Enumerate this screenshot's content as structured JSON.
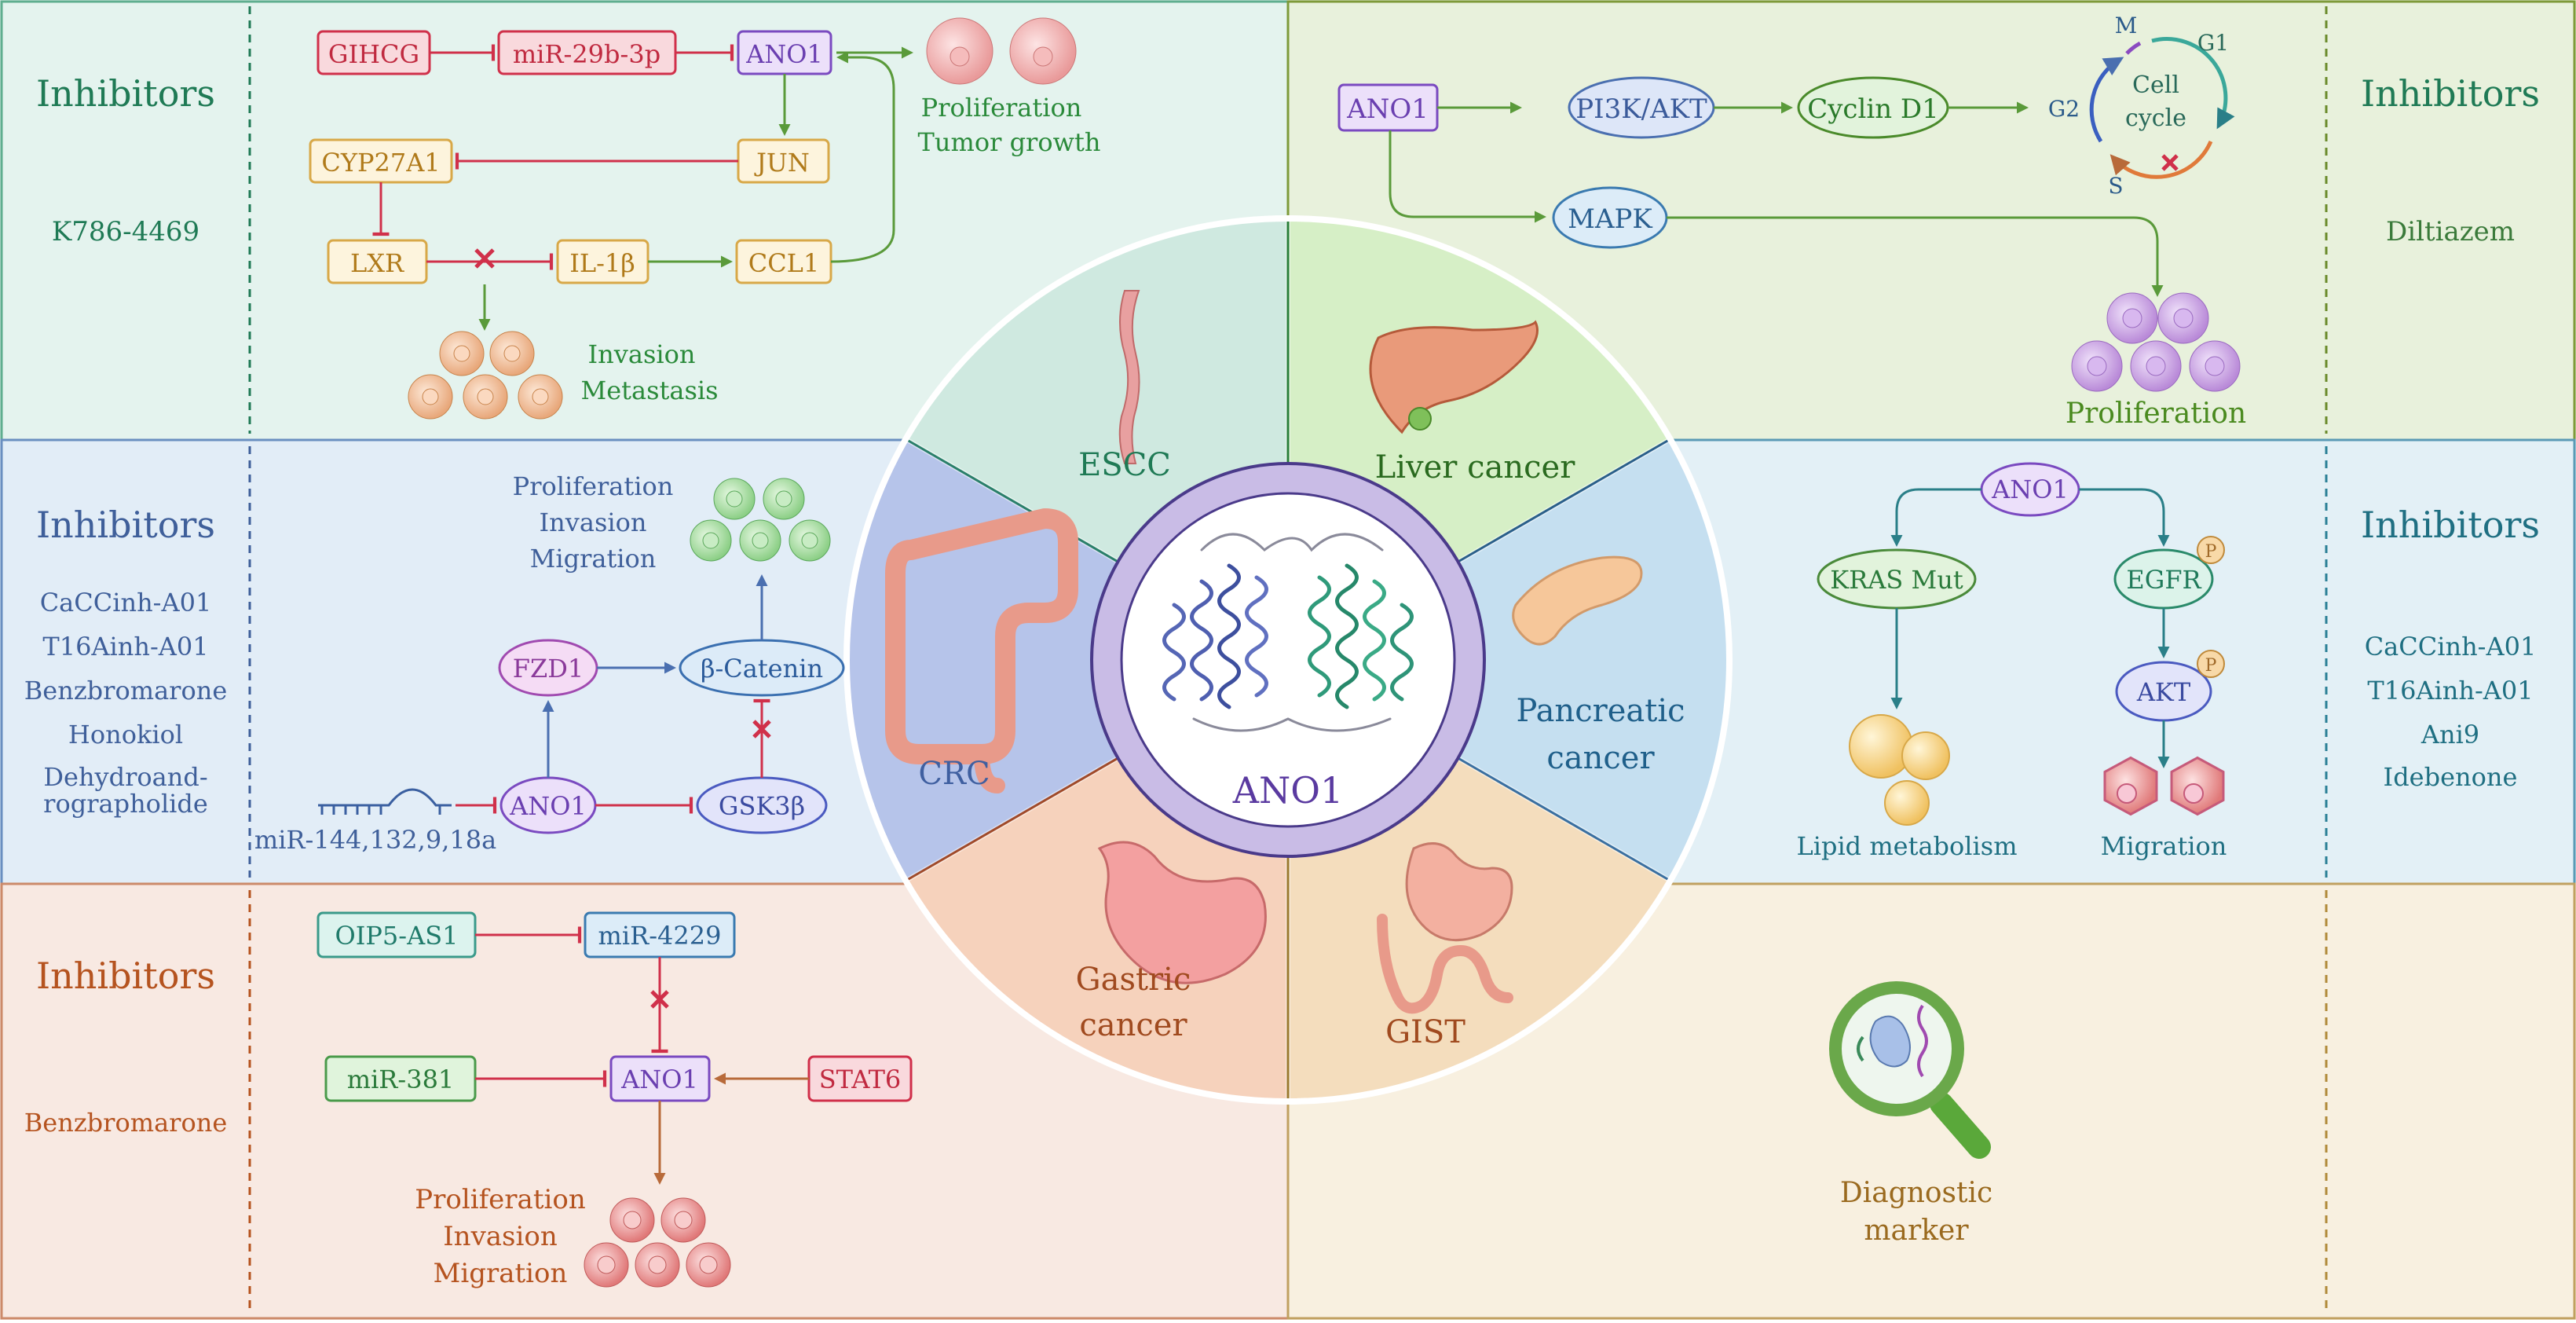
{
  "center": {
    "label": "ANO1"
  },
  "segments": {
    "escc": "ESCC",
    "liver": "Liver cancer",
    "pancreatic_1": "Pancreatic",
    "pancreatic_2": "cancer",
    "gist": "GIST",
    "gastric_1": "Gastric",
    "gastric_2": "cancer",
    "crc": "CRC"
  },
  "escc_panel": {
    "inhibitors_title": "Inhibitors",
    "inhibitors": [
      "K786-4469"
    ],
    "nodes": {
      "gihcg": "GIHCG",
      "mir29b": "miR-29b-3p",
      "ano1": "ANO1",
      "jun": "JUN",
      "cyp27a1": "CYP27A1",
      "lxr": "LXR",
      "il1b": "IL-1β",
      "ccl1": "CCL1"
    },
    "outcome_top": [
      "Proliferation",
      "Tumor growth"
    ],
    "outcome_bottom": [
      "Invasion",
      "Metastasis"
    ]
  },
  "liver_panel": {
    "inhibitors_title": "Inhibitors",
    "inhibitors": [
      "Diltiazem"
    ],
    "nodes": {
      "ano1": "ANO1",
      "pi3k": "PI3K/AKT",
      "cyclin": "Cyclin D1",
      "mapk": "MAPK"
    },
    "cell_cycle": {
      "label_1": "Cell",
      "label_2": "cycle",
      "m": "M",
      "g1": "G1",
      "g2": "G2",
      "s": "S"
    },
    "outcome": "Proliferation"
  },
  "crc_panel": {
    "inhibitors_title": "Inhibitors",
    "inhibitors": [
      "CaCCinh-A01",
      "T16Ainh-A01",
      "Benzbromarone",
      "Honokiol",
      "Dehydroand-",
      "rographolide"
    ],
    "nodes": {
      "fzd1": "FZD1",
      "catenin": "β-Catenin",
      "ano1": "ANO1",
      "gsk3b": "GSK3β"
    },
    "mirna": "miR-144,132,9,18a",
    "outcome": [
      "Proliferation",
      "Invasion",
      "Migration"
    ]
  },
  "pancreatic_panel": {
    "inhibitors_title": "Inhibitors",
    "inhibitors": [
      "CaCCinh-A01",
      "T16Ainh-A01",
      "Ani9",
      "Idebenone"
    ],
    "nodes": {
      "ano1": "ANO1",
      "kras": "KRAS Mut",
      "egfr": "EGFR",
      "akt": "AKT"
    },
    "phospho": "P",
    "outcome_left": "Lipid metabolism",
    "outcome_right": "Migration"
  },
  "gastric_panel": {
    "inhibitors_title": "Inhibitors",
    "inhibitors": [
      "Benzbromarone"
    ],
    "nodes": {
      "oip5": "OIP5-AS1",
      "mir4229": "miR-4229",
      "mir381": "miR-381",
      "ano1": "ANO1",
      "stat6": "STAT6"
    },
    "outcome": [
      "Proliferation",
      "Invasion",
      "Migration"
    ]
  },
  "gist_panel": {
    "outcome": [
      "Diagnostic",
      "marker"
    ]
  },
  "colors": {
    "escc": "#1f7a55",
    "liver": "#5a8a1f",
    "crc": "#3f5f9a",
    "pancreatic": "#1f6f82",
    "gastric": "#b5531f",
    "gist": "#8a6a1f",
    "inhibit": "#d0304a",
    "ano1": "#6a3fb0"
  }
}
